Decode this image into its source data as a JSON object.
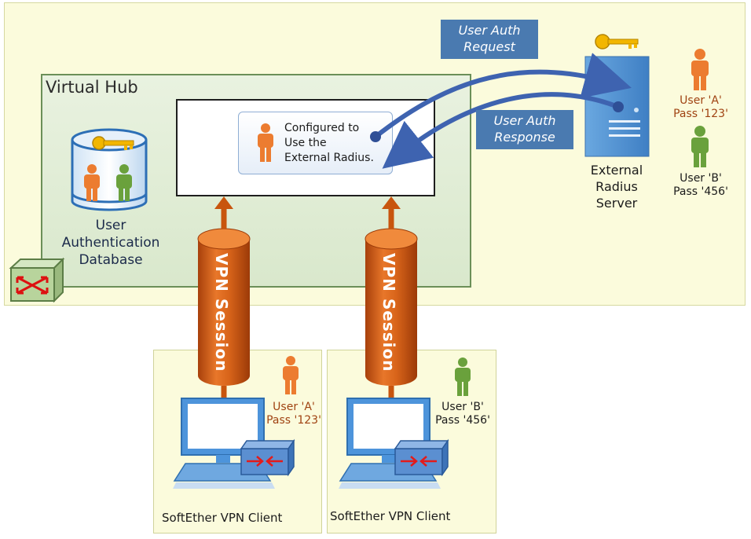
{
  "hub": {
    "title": "Virtual Hub"
  },
  "config_box": {
    "line1": "Configured to",
    "line2": "Use the",
    "line3": "External Radius."
  },
  "auth_request": {
    "line1": "User Auth",
    "line2": "Request"
  },
  "auth_response": {
    "line1": "User Auth",
    "line2": "Response"
  },
  "server": {
    "line1": "External",
    "line2": "Radius Server"
  },
  "radius_users": [
    {
      "user": "User 'A'",
      "pass": "Pass '123'"
    },
    {
      "user": "User 'B'",
      "pass": "Pass '456'"
    }
  ],
  "database": {
    "line1": "User",
    "line2": "Authentication",
    "line3": "Database"
  },
  "sessions": [
    "VPN Session",
    "VPN Session"
  ],
  "clients": [
    {
      "label": "SoftEther VPN Client",
      "user": "User 'A'",
      "pass": "Pass '123'"
    },
    {
      "label": "SoftEther VPN Client",
      "user": "User 'B'",
      "pass": "Pass '456'"
    }
  ],
  "colors": {
    "hub_border": "#6b8f58",
    "label_box": "#4a7ab0",
    "session": "#c8550e",
    "server": "#5b9bd5",
    "user_a": "#ec7c30",
    "user_b": "#6aa13c"
  }
}
